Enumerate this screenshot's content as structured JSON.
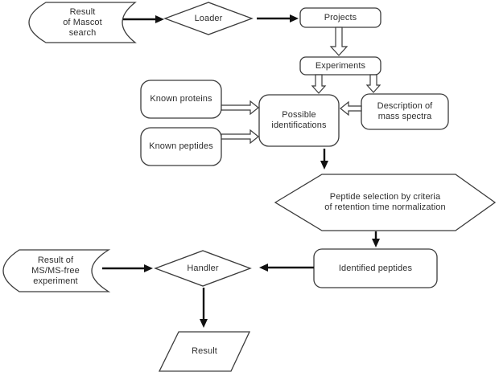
{
  "colors": {
    "background": "#ffffff",
    "shape_stroke": "#3b3b3b",
    "text": "#2e2e2e",
    "arrow": "#111111"
  },
  "nodes": {
    "mascot_result": {
      "shape": "stored-data",
      "label": "Result\nof Mascot\nsearch"
    },
    "loader": {
      "shape": "decision",
      "label": "Loader"
    },
    "projects": {
      "shape": "process",
      "label": "Projects"
    },
    "experiments": {
      "shape": "process",
      "label": "Experiments"
    },
    "known_proteins": {
      "shape": "process",
      "label": "Known proteins"
    },
    "known_peptides": {
      "shape": "process",
      "label": "Known peptides"
    },
    "possible_identifications": {
      "shape": "process",
      "label": "Possible\nidentifications"
    },
    "mass_spectra_description": {
      "shape": "process",
      "label": "Description of\nmass spectra"
    },
    "peptide_selection": {
      "shape": "hexagon",
      "label": "Peptide selection by criteria\nof retention time normalization"
    },
    "identified_peptides": {
      "shape": "process",
      "label": "Identified peptides"
    },
    "msms_free_result": {
      "shape": "stored-data",
      "label": "Result of\nMS/MS-free\nexperiment"
    },
    "handler": {
      "shape": "decision",
      "label": "Handler"
    },
    "result": {
      "shape": "parallelogram",
      "label": "Result"
    }
  },
  "edges": [
    {
      "from": "mascot_result",
      "to": "loader",
      "style": "solid"
    },
    {
      "from": "loader",
      "to": "projects",
      "style": "solid"
    },
    {
      "from": "projects",
      "to": "experiments",
      "style": "hollow"
    },
    {
      "from": "experiments",
      "to": "possible_identifications",
      "style": "hollow"
    },
    {
      "from": "experiments",
      "to": "mass_spectra_description",
      "style": "hollow"
    },
    {
      "from": "known_proteins",
      "to": "possible_identifications",
      "style": "hollow"
    },
    {
      "from": "known_peptides",
      "to": "possible_identifications",
      "style": "hollow"
    },
    {
      "from": "mass_spectra_description",
      "to": "possible_identifications",
      "style": "hollow"
    },
    {
      "from": "possible_identifications",
      "to": "peptide_selection",
      "style": "solid"
    },
    {
      "from": "peptide_selection",
      "to": "identified_peptides",
      "style": "solid"
    },
    {
      "from": "identified_peptides",
      "to": "handler",
      "style": "solid"
    },
    {
      "from": "msms_free_result",
      "to": "handler",
      "style": "solid"
    },
    {
      "from": "handler",
      "to": "result",
      "style": "solid"
    }
  ]
}
